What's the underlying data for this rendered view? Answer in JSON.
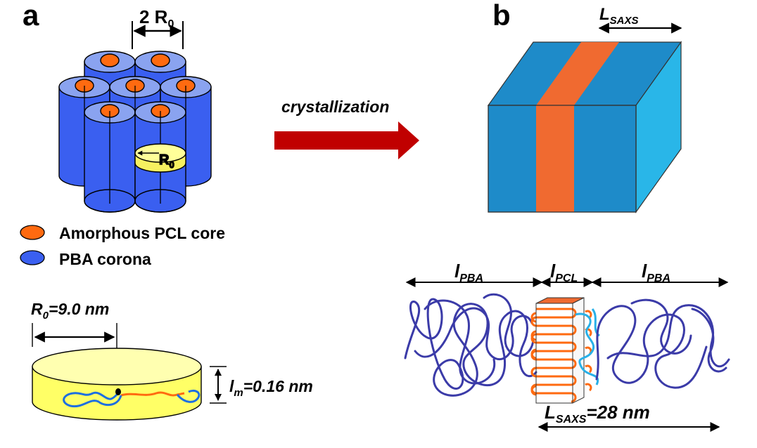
{
  "panel_a": {
    "letter": "a",
    "top_dimension": "2 R",
    "top_dimension_sub": "0",
    "radius_label": "R",
    "radius_label_sub": "0",
    "legend": [
      {
        "label": "Amorphous PCL core",
        "color": "#ff6a10"
      },
      {
        "label": "PBA corona",
        "color": "#3a5ff0"
      }
    ],
    "disk": {
      "radius_label": "R",
      "radius_label_sub": "0",
      "radius_value": "=9.0 nm",
      "thickness_label": "l",
      "thickness_label_sub": "m",
      "thickness_value": "=0.16 nm"
    }
  },
  "arrow": {
    "label": "crystallization",
    "color": "#c00000"
  },
  "panel_b": {
    "letter": "b",
    "block_dimension": "L",
    "block_dimension_sub": "SAXS",
    "segments": [
      {
        "label": "l",
        "sub": "PBA"
      },
      {
        "label": "l",
        "sub": "PCL"
      },
      {
        "label": "l",
        "sub": "PBA"
      }
    ],
    "bottom_dimension": "L",
    "bottom_dimension_sub": "SAXS",
    "bottom_value": "=28 nm"
  },
  "colors": {
    "core": "#ff6a10",
    "corona_side": "#3a5ff0",
    "corona_top": "#8aa3f0",
    "block_blue": "#1e8bc9",
    "block_orange": "#f06a30",
    "disk_yellow": "#ffff99",
    "coil": "#3b3ba8",
    "chain_cyan": "#28b0e8"
  }
}
